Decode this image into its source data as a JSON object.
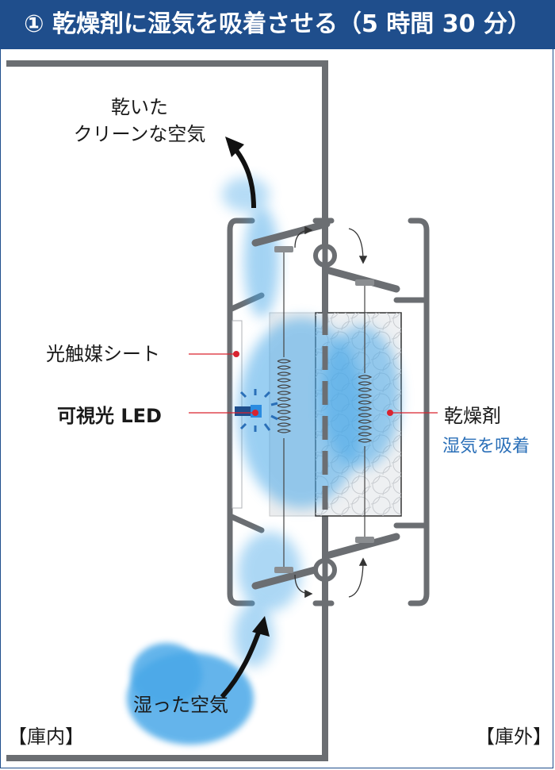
{
  "header": {
    "title": "① 乾燥剤に湿気を吸着させる（5 時間 30 分）"
  },
  "labels": {
    "dry_air_line1": "乾いた",
    "dry_air_line2": "クリーンな空気",
    "photocatalyst": "光触媒シート",
    "led": "可視光 LED",
    "desiccant": "乾燥剤",
    "adsorb": "湿気を吸着",
    "humid_air": "湿った空気",
    "inside": "【庫内】",
    "outside": "【庫外】"
  },
  "colors": {
    "header_bg": "#1f4e8c",
    "wall": "#6b6e72",
    "air": "#4aa8e8",
    "leader": "#d9232f",
    "adsorb_text": "#2a6fb8"
  }
}
